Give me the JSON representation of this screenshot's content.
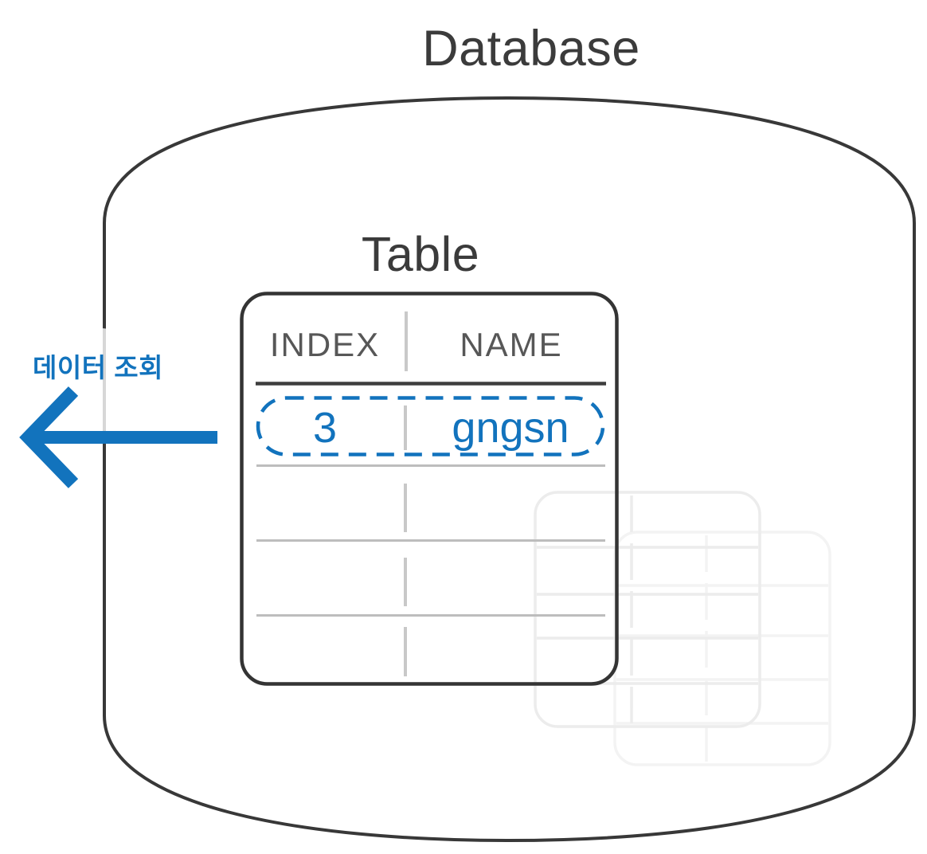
{
  "diagram": {
    "database_title": "Database",
    "table_title": "Table",
    "annotation_label": "데이터 조회",
    "arrow_direction": "left"
  },
  "table": {
    "columns": [
      "INDEX",
      "NAME"
    ],
    "rows": [
      {
        "index": "3",
        "name": "gngsn",
        "highlighted": true
      },
      {
        "index": "",
        "name": "",
        "highlighted": false
      },
      {
        "index": "",
        "name": "",
        "highlighted": false
      },
      {
        "index": "",
        "name": "",
        "highlighted": false
      }
    ]
  },
  "colors": {
    "accent_blue": "#1273bd",
    "outline_dark": "#383838",
    "title_text": "#3b3b3b",
    "header_text": "#575757",
    "grid_light": "#c8c8c8",
    "row_line": "#bdbdbd",
    "ghost_table_front": "#ececec",
    "ghost_table_back": "#f3f3f3"
  }
}
